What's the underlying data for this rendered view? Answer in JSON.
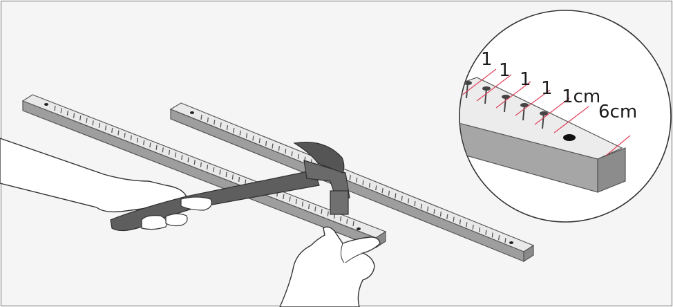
{
  "labels": {
    "gap1": "1",
    "gap2": "1",
    "gap3": "1",
    "gap4": "1",
    "gap5": "1cm",
    "edge": "6cm"
  },
  "colors": {
    "background": "#f5f5f5",
    "frame": "#8a8a8a",
    "rail_top": "#e9e9e9",
    "rail_side": "#9e9e9e",
    "rail_outline": "#555555",
    "nail": "#555555",
    "hammer": "#5e5e5e",
    "hand_fill": "#ffffff",
    "hand_line": "#333333",
    "measure_line": "#e0405a"
  },
  "icons": {
    "inset": "magnified-rail-end-icon",
    "hammer": "hammer-icon"
  }
}
